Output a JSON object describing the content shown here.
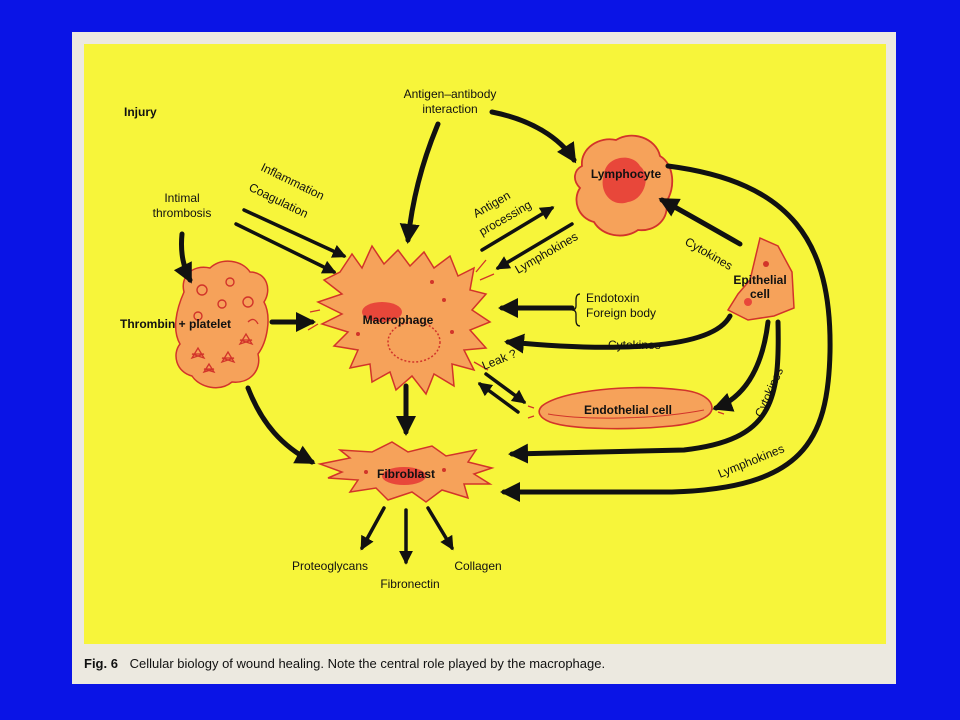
{
  "labels": {
    "injury": "Injury",
    "intimal_line1": "Intimal",
    "intimal_line2": "thrombosis",
    "inflammation": "Inflammation",
    "coagulation": "Coagulation",
    "antigen_ab_line1": "Antigen–antibody",
    "antigen_ab_line2": "interaction",
    "antigen_proc_line1": "Antigen",
    "antigen_proc_line2": "processing",
    "lymphokines_mid": "Lymphokines",
    "lymphocyte": "Lymphocyte",
    "cytokines_upper": "Cytokines",
    "epithelial_line1": "Epithelial",
    "epithelial_line2": "cell",
    "thrombin_platelet": "Thrombin + platelet",
    "macrophage": "Macrophage",
    "endotoxin": "Endotoxin",
    "foreign_body": "Foreign body",
    "cytokines_lower": "Cytokines",
    "leak": "Leak ?",
    "endothelial": "Endothelial cell",
    "cytokines_right": "Cytokines",
    "lymphokines_right": "Lymphokines",
    "fibroblast": "Fibroblast",
    "proteoglycans": "Proteoglycans",
    "fibronectin": "Fibronectin",
    "collagen": "Collagen"
  },
  "caption": {
    "fig_label": "Fig. 6",
    "text": "Cellular biology of wound healing. Note the central role played by the macrophage."
  },
  "colors": {
    "background": "#0a14e6",
    "page": "#ece9e0",
    "diagram": "#f7f53a",
    "cell_fill": "#f6a25a",
    "cell_stroke": "#d2342a",
    "nucleus": "#e8473a",
    "arrow": "#111111"
  }
}
